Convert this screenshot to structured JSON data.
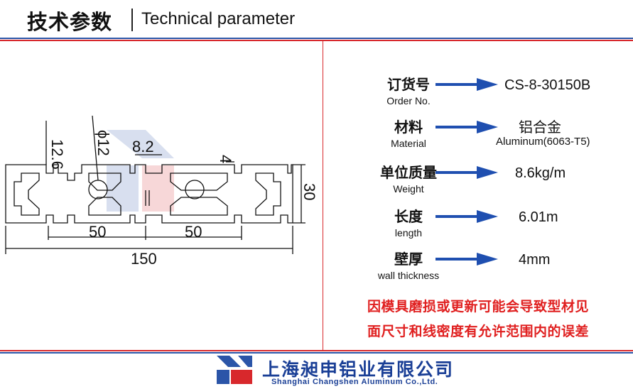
{
  "header": {
    "title_cn": "技术参数",
    "title_en": "Technical parameter"
  },
  "drawing": {
    "dim_height": "12.6",
    "dim_diameter": "ϕ12",
    "dim_slot": "8.2",
    "dim_wall": "4",
    "dim_side": "30",
    "dim_half_left": "50",
    "dim_half_right": "50",
    "dim_total": "150"
  },
  "params": [
    {
      "label_cn": "订货号",
      "label_en": "Order No.",
      "value": "CS-8-30150B",
      "value2": ""
    },
    {
      "label_cn": "材料",
      "label_en": "Material",
      "value": "铝合金",
      "value2": "Aluminum(6063-T5)"
    },
    {
      "label_cn": "单位质量",
      "label_en": "Weight",
      "value": "8.6kg/m",
      "value2": ""
    },
    {
      "label_cn": "长度",
      "label_en": "length",
      "value": "6.01m",
      "value2": ""
    },
    {
      "label_cn": "壁厚",
      "label_en": "wall thickness",
      "value": "4mm",
      "value2": ""
    }
  ],
  "notice": {
    "line1": "因模具磨损或更新可能会导致型材见",
    "line2": "面尺寸和线密度有允许范围内的误差"
  },
  "footer": {
    "company_cn": "上海昶申铝业有限公司",
    "company_en": "Shanghai Changshen Aluminum Co.,Ltd."
  },
  "colors": {
    "accent_blue": "#2b55a8",
    "accent_red": "#d8282c",
    "arrow_blue": "#1f4fb0",
    "notice_red": "#e02020"
  }
}
